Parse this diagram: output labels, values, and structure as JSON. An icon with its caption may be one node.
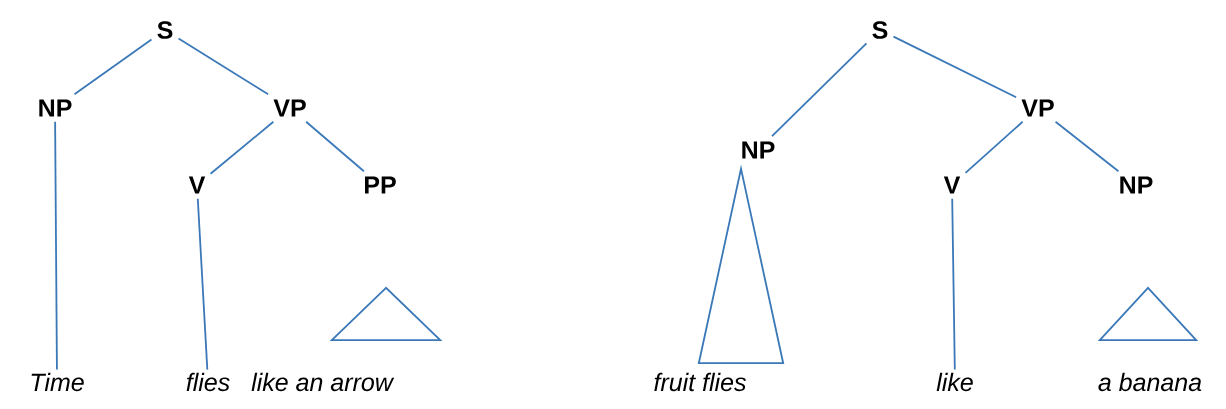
{
  "diagram": {
    "nodes": [
      {
        "text": [
          "S"
        ]
      },
      {
        "text": [
          "NP"
        ]
      },
      {
        "text": [
          "VP"
        ]
      },
      {
        "text": [
          "V"
        ]
      },
      {
        "text": [
          "PP"
        ]
      },
      {
        "text": [],
        "shape": "triangle"
      },
      {
        "text": [
          "Time"
        ]
      },
      {
        "text": [
          "flies"
        ]
      },
      {
        "text": [
          "like an arrow"
        ]
      },
      {
        "text": [
          "S"
        ]
      },
      {
        "text": [
          "NP"
        ]
      },
      {
        "text": [
          "VP"
        ]
      },
      {
        "text": [],
        "shape": "triangle"
      },
      {
        "text": [
          "V"
        ]
      },
      {
        "text": [
          "NP"
        ]
      },
      {
        "text": [],
        "shape": "triangle"
      },
      {
        "text": [
          "fruit flies"
        ]
      },
      {
        "text": [
          "like"
        ]
      },
      {
        "text": [
          "a banana"
        ]
      }
    ],
    "edges": [
      {
        "from": 0,
        "to": 1,
        "arrow": "none"
      },
      {
        "from": 0,
        "to": 2,
        "arrow": "none"
      },
      {
        "from": 1,
        "to": 6,
        "arrow": "none"
      },
      {
        "from": 2,
        "to": 3,
        "arrow": "none"
      },
      {
        "from": 2,
        "to": 4,
        "arrow": "none"
      },
      {
        "from": 3,
        "to": 7,
        "arrow": "none"
      },
      {
        "from": 9,
        "to": 10,
        "arrow": "none"
      },
      {
        "from": 9,
        "to": 11,
        "arrow": "none"
      },
      {
        "from": 11,
        "to": 13,
        "arrow": "none"
      },
      {
        "from": 11,
        "to": 14,
        "arrow": "none"
      },
      {
        "from": 13,
        "to": 17,
        "arrow": "none"
      }
    ]
  }
}
